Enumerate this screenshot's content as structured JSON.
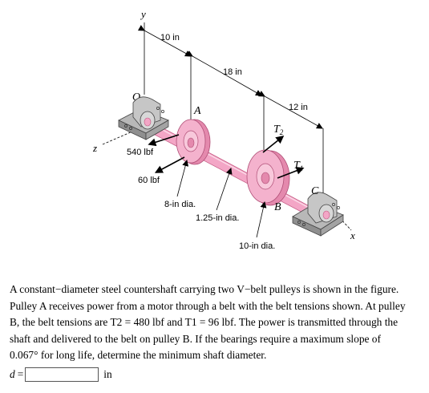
{
  "figure": {
    "axes": {
      "y": "y",
      "z": "z",
      "x": "x"
    },
    "origin": "O",
    "dimensions": {
      "d1": "10 in",
      "d2": "18 in",
      "d3": "12 in"
    },
    "pulley_labels": {
      "a": "A",
      "b": "B",
      "c": "C"
    },
    "forces": {
      "f1": "540 lbf",
      "f2": "60 lbf"
    },
    "tensions": {
      "t2": "T",
      "t2_sub": "2",
      "t1": "T",
      "t1_sub": "1"
    },
    "diameters": {
      "pulley_a": "8-in dia.",
      "shaft": "1.25-in dia.",
      "pulley_b": "10-in dia."
    }
  },
  "problem": {
    "line1": "A constant−diameter steel countershaft carrying two V−belt pulleys is shown in the figure.",
    "line2": "Pulley A receives power from a motor through a belt with the belt tensions shown. At pulley",
    "line3": "B, the belt tensions are T2 = 480 lbf and T1 = 96 lbf. The power is transmitted through the",
    "line4": "shaft and delivered to the belt on pulley B. If the bearings require a maximum slope of",
    "line5": "0.067° for long life, determine the minimum shaft diameter."
  },
  "answer": {
    "variable": "d",
    "equals": "=",
    "value": "",
    "unit": "in"
  }
}
